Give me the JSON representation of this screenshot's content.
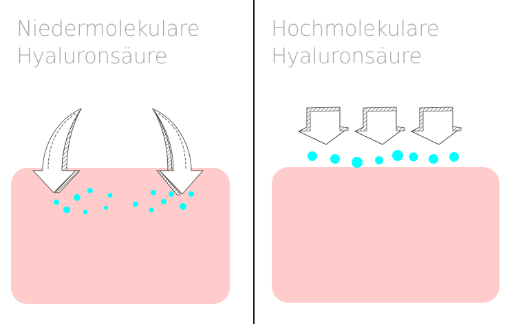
{
  "left_panel": {
    "title_line1": "Niedermolekulare",
    "title_line2": "Hyaluronsäure"
  },
  "right_panel": {
    "title_line1": "Hochmolekulare",
    "title_line2": "Hyaluronsäure"
  },
  "colors": {
    "skin": "#ffcccb",
    "molecule": "#00ffff",
    "title": "#a9a9a9",
    "divider": "#111111",
    "arrow_stroke": "#444444"
  }
}
